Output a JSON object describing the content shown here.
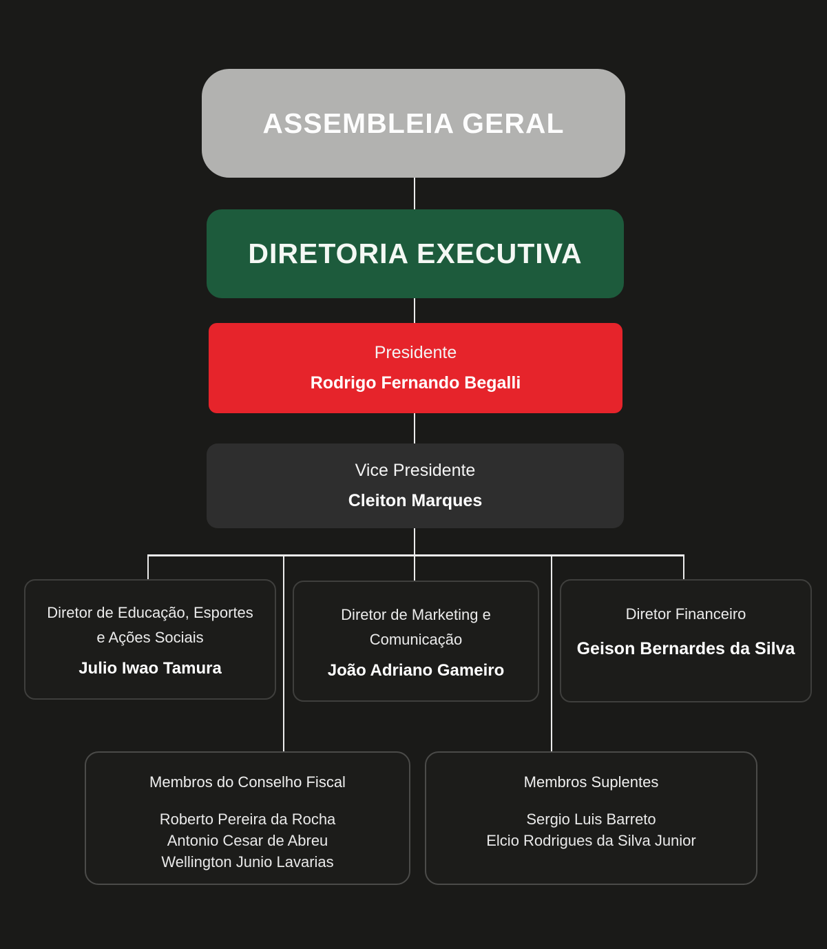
{
  "org_chart": {
    "assembleia": {
      "label": "ASSEMBLEIA GERAL"
    },
    "diretoria": {
      "label": "DIRETORIA EXECUTIVA"
    },
    "presidente": {
      "title": "Presidente",
      "name": "Rodrigo Fernando Begalli"
    },
    "vice": {
      "title": "Vice Presidente",
      "name": "Cleiton Marques"
    },
    "dir_educacao": {
      "title_line1": "Diretor de Educação, Esportes",
      "title_line2": "e Ações Sociais",
      "name": "Julio Iwao Tamura"
    },
    "dir_marketing": {
      "title_line1": "Diretor de Marketing e",
      "title_line2": "Comunicação",
      "name": "João Adriano Gameiro"
    },
    "dir_financeiro": {
      "title": "Diretor Financeiro",
      "name": "Geison Bernardes da Silva"
    },
    "conselho": {
      "title": "Membros do Conselho Fiscal",
      "members": [
        "Roberto Pereira da Rocha",
        "Antonio Cesar de Abreu",
        "Wellington Junio Lavarias"
      ]
    },
    "suplentes": {
      "title": "Membros Suplentes",
      "members": [
        "Sergio Luis Barreto",
        "Elcio Rodrigues da Silva Junior"
      ]
    },
    "colors": {
      "background": "#1a1a18",
      "assembleia_box": "#b2b2b0",
      "diretoria_box": "#1d5b3c",
      "presidente_box": "#e6242b",
      "vice_box": "#2e2e2e",
      "dark_box": "#1c1c1a",
      "connector": "#ececec"
    }
  }
}
